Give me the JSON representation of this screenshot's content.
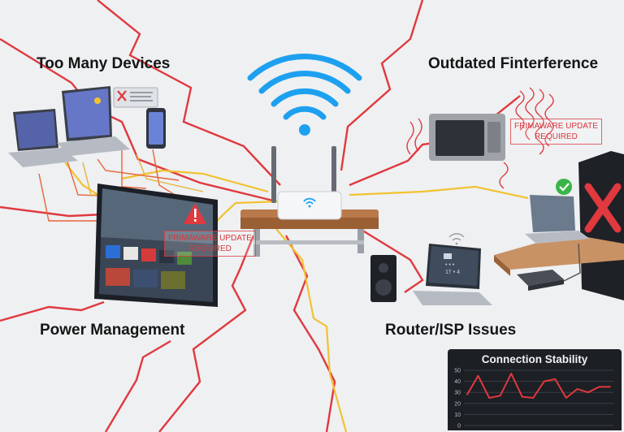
{
  "headings": {
    "too_many_devices": "Too Many Devices",
    "outdated_interference": "Outdated Finterference",
    "power_management": "Power Management",
    "router_isp": "Router/ISP Issues"
  },
  "warnings": {
    "tv_line1": "FRIMAWARE UPDATE",
    "tv_line2": "REQUIRED",
    "microwave_line1": "FRIMAWARE UPDATE",
    "microwave_line2": "REQUIRED"
  },
  "laptop_screen": {
    "line1": "• • •",
    "line2": "1† • 4"
  },
  "icons": [
    "wifi-signal-icon",
    "warning-triangle-icon",
    "error-x-icon",
    "checkmark-icon",
    "wifi-small-icon"
  ],
  "colors": {
    "wifi_blue": "#1ea0f0",
    "interference_red": "#e0393e",
    "signal_yellow": "#f2c230",
    "panel_dark": "#1c1f24",
    "check_green": "#39b54a"
  },
  "chart_data": {
    "type": "line",
    "title": "Connection Stability",
    "yticks": [
      50,
      40,
      30,
      20,
      10,
      0
    ],
    "ylim": [
      0,
      50
    ],
    "grid": true,
    "series": [
      {
        "values": [
          28,
          45,
          25,
          27,
          47,
          26,
          25,
          40,
          42,
          25,
          33,
          30,
          35,
          35
        ]
      }
    ]
  }
}
